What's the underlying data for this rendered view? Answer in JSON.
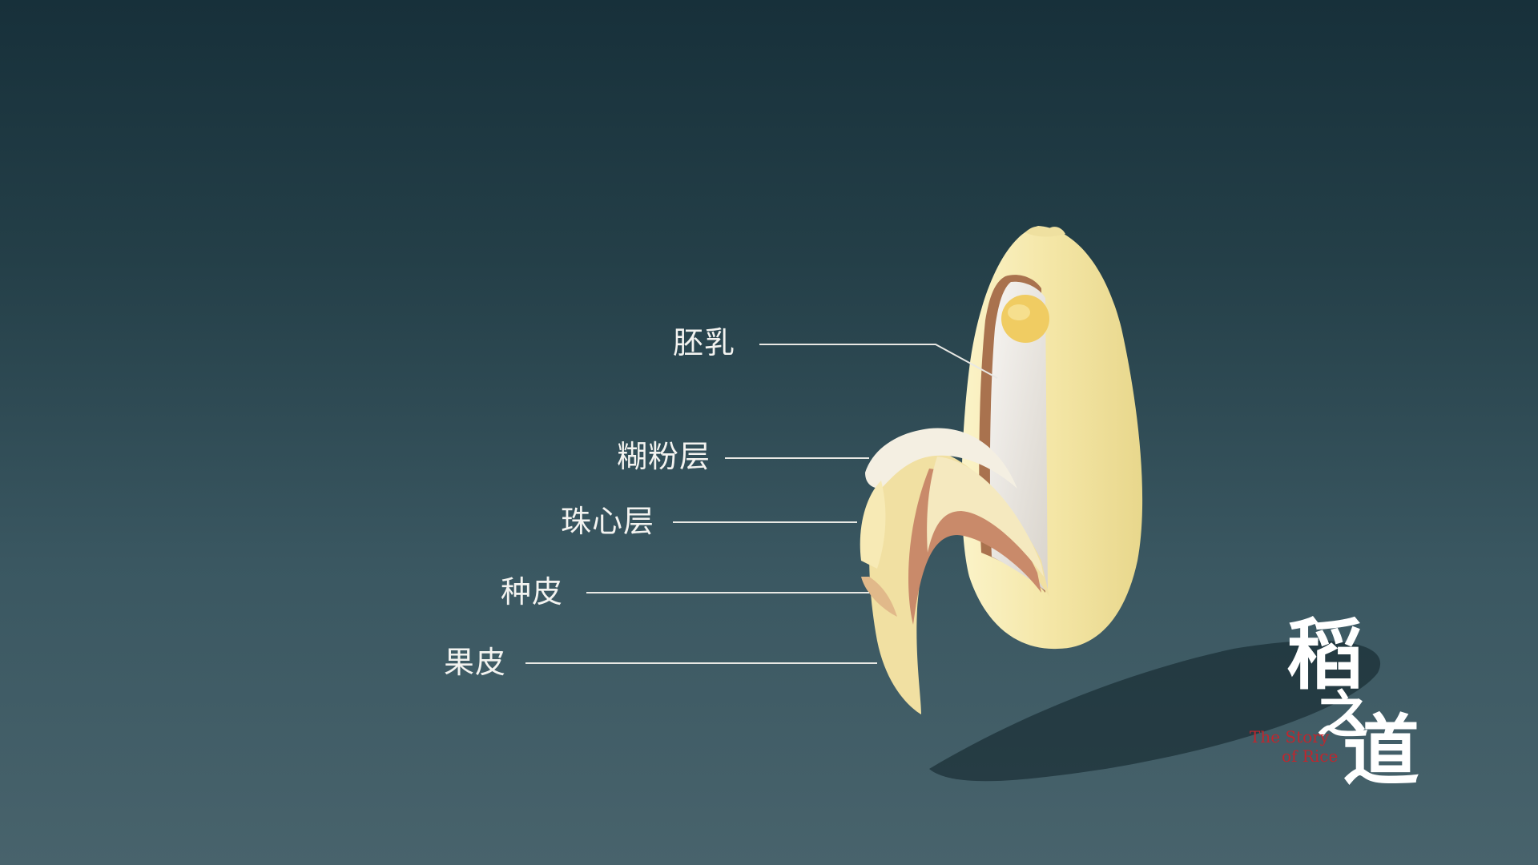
{
  "diagram": {
    "labels": {
      "endosperm": "胚乳",
      "aleurone": "糊粉层",
      "nucellus": "珠心层",
      "seed_coat": "种皮",
      "pericarp": "果皮"
    },
    "colors": {
      "grain": "#f4e7ae",
      "endosperm": "#ece9e4",
      "embryo": "#f0cc62",
      "seed_coat": "#c98a6a",
      "label_text": "#f3f3f0",
      "leader_line": "#e8e8e4"
    }
  },
  "logo": {
    "title_chars": [
      "稻",
      "之",
      "道"
    ],
    "subtitle_line1": "The Story",
    "subtitle_line2": "of Rice",
    "subtitle_color": "#c0262d"
  }
}
